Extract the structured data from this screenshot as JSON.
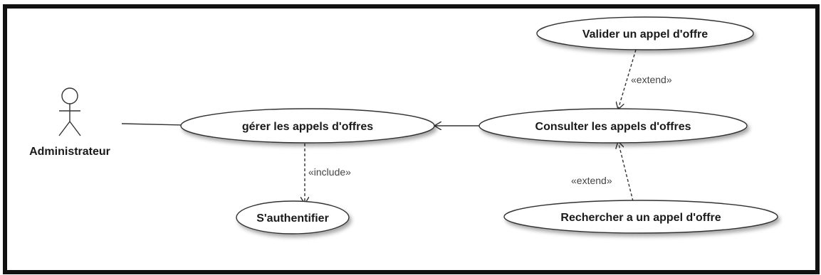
{
  "actor": {
    "name": "Administrateur"
  },
  "use_cases": {
    "manage": "gérer les appels d'offres",
    "auth": "S'authentifier",
    "consult": "Consulter les appels d'offres",
    "validate": "Valider un appel d'offre",
    "search": "Rechercher a un appel d'offre"
  },
  "relations": {
    "include": "«include»",
    "extend_validate": "«extend»",
    "extend_search": "«extend»"
  },
  "colors": {
    "border": "#111111",
    "line": "#333333",
    "ellipse_fill": "#ffffff"
  }
}
